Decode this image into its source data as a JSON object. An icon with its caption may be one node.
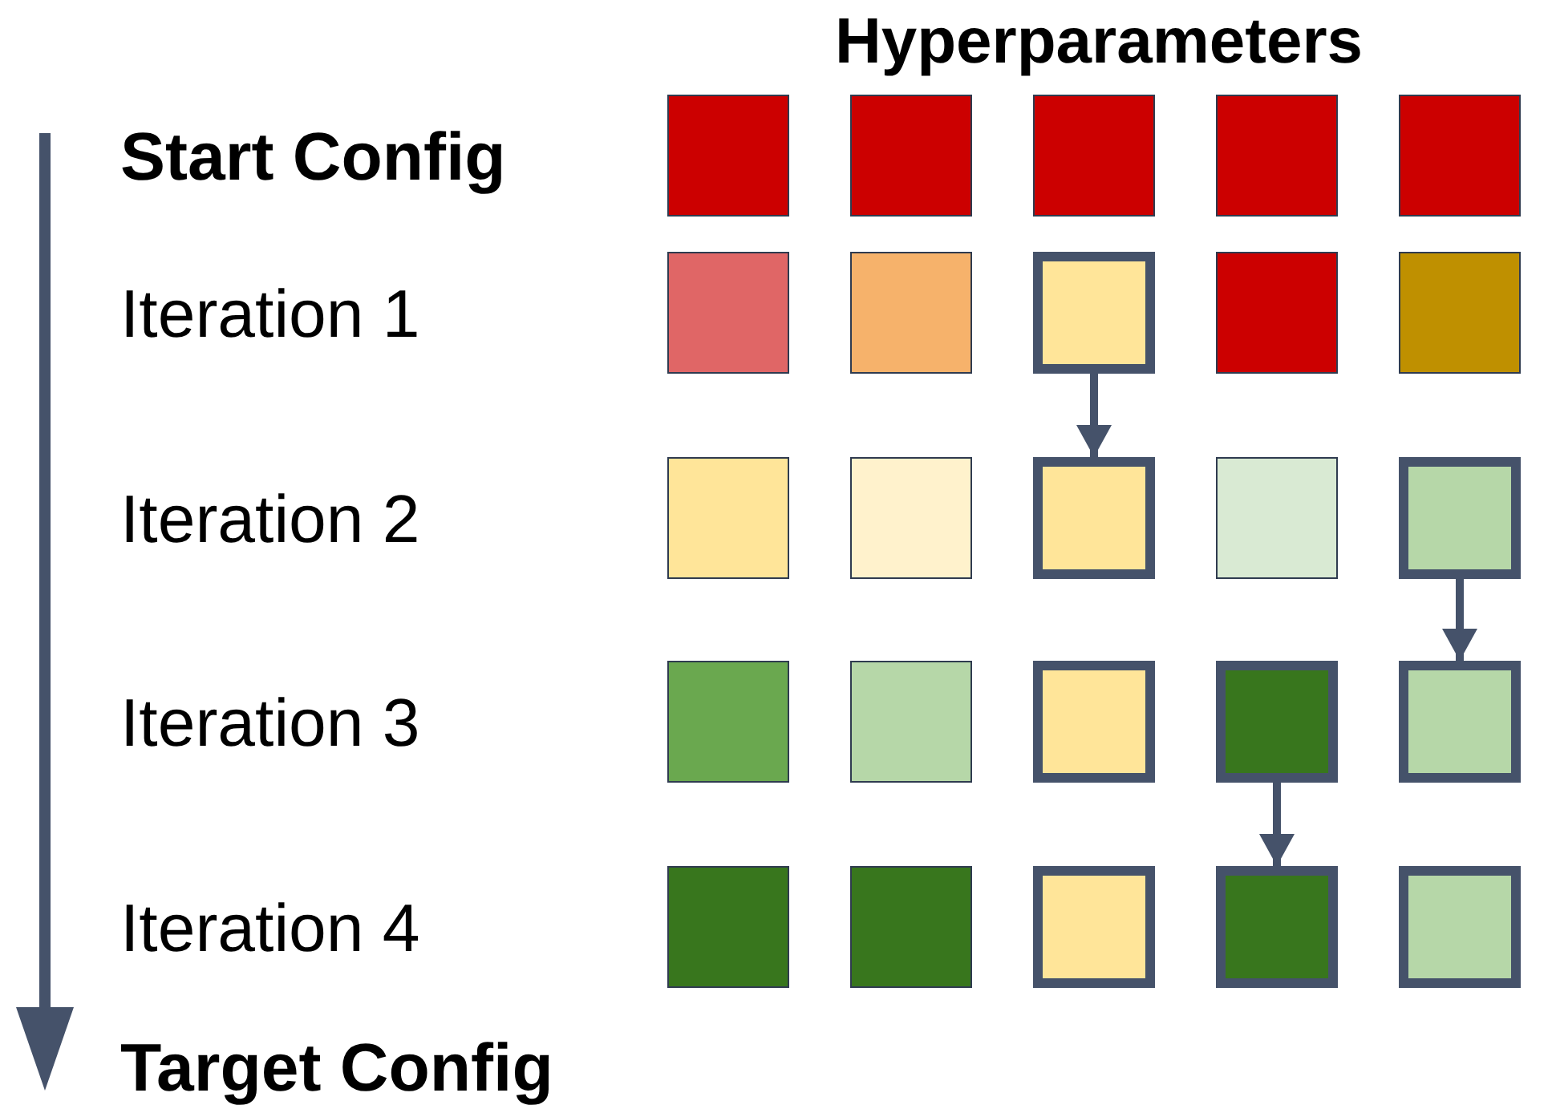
{
  "diagram": {
    "title": "Hyperparameters",
    "nodes": [
      {
        "text": [],
        "shape": "box"
      },
      {
        "text": [],
        "shape": "box"
      },
      {
        "text": [],
        "shape": "box"
      },
      {
        "text": [],
        "shape": "box"
      },
      {
        "text": [],
        "shape": "box"
      },
      {
        "text": [],
        "shape": "box"
      },
      {
        "text": [],
        "shape": "box"
      },
      {
        "text": [],
        "shape": "box"
      },
      {
        "text": [],
        "shape": "box"
      },
      {
        "text": [],
        "shape": "box"
      },
      {
        "text": [],
        "shape": "box"
      },
      {
        "text": [],
        "shape": "box"
      },
      {
        "text": [],
        "shape": "box"
      },
      {
        "text": [],
        "shape": "box"
      },
      {
        "text": [],
        "shape": "box"
      },
      {
        "text": [],
        "shape": "box"
      },
      {
        "text": [],
        "shape": "box"
      },
      {
        "text": [],
        "shape": "box"
      },
      {
        "text": [],
        "shape": "box"
      },
      {
        "text": [],
        "shape": "box"
      },
      {
        "text": [],
        "shape": "box"
      },
      {
        "text": [],
        "shape": "box"
      },
      {
        "text": [],
        "shape": "box"
      },
      {
        "text": [],
        "shape": "box"
      },
      {
        "text": [],
        "shape": "box"
      }
    ],
    "edges": [
      {
        "from": 7,
        "to": 12,
        "arrow": "to"
      },
      {
        "from": 14,
        "to": 19,
        "arrow": "to"
      },
      {
        "from": 18,
        "to": 23,
        "arrow": "to"
      }
    ],
    "labels": [
      "Start Config",
      "Iteration 1",
      "Iteration 2",
      "Iteration 3",
      "Iteration 4",
      "Target Config"
    ]
  }
}
